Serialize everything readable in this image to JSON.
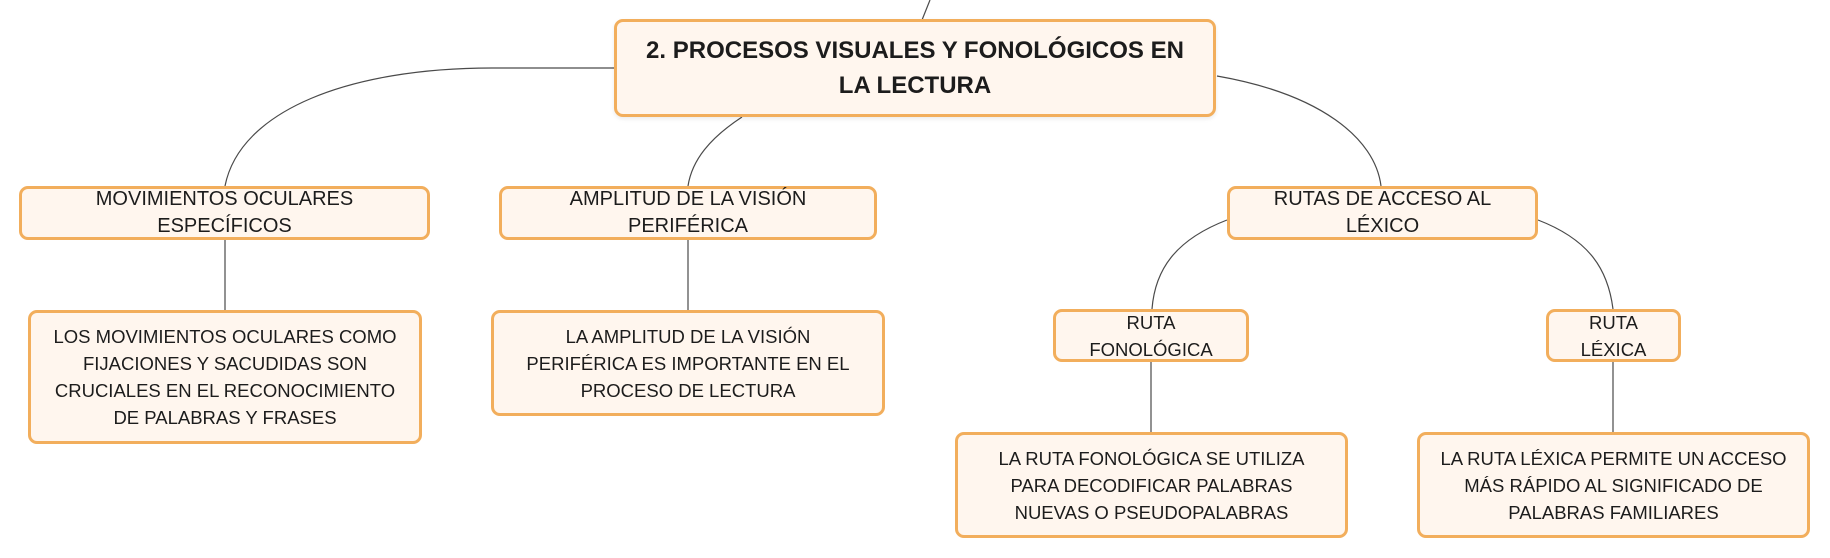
{
  "diagram": {
    "root": {
      "label": "2. PROCESOS VISUALES Y FONOLÓGICOS EN LA LECTURA"
    },
    "branches": [
      {
        "id": "movimientos",
        "label": "MOVIMIENTOS OCULARES ESPECÍFICOS",
        "detail": "LOS MOVIMIENTOS OCULARES COMO FIJACIONES Y SACUDIDAS SON CRUCIALES EN EL RECONOCIMIENTO DE PALABRAS Y FRASES"
      },
      {
        "id": "amplitud",
        "label": "AMPLITUD DE LA VISIÓN PERIFÉRICA",
        "detail": "LA AMPLITUD DE LA VISIÓN PERIFÉRICA ES IMPORTANTE EN EL PROCESO DE LECTURA"
      },
      {
        "id": "rutas",
        "label": "RUTAS DE ACCESO AL LÉXICO",
        "children": [
          {
            "id": "fonologica",
            "label": "RUTA FONOLÓGICA",
            "detail": "LA RUTA FONOLÓGICA SE UTILIZA PARA DECODIFICAR PALABRAS NUEVAS O PSEUDOPALABRAS"
          },
          {
            "id": "lexica",
            "label": "RUTA LÉXICA",
            "detail": "LA RUTA LÉXICA PERMITE UN ACCESO MÁS RÁPIDO AL SIGNIFICADO DE PALABRAS FAMILIARES"
          }
        ]
      }
    ]
  },
  "colors": {
    "node_fill": "#fff6ee",
    "node_border": "#f2ae5c",
    "connector": "#4a4a4a",
    "text": "#1c1c1c"
  }
}
